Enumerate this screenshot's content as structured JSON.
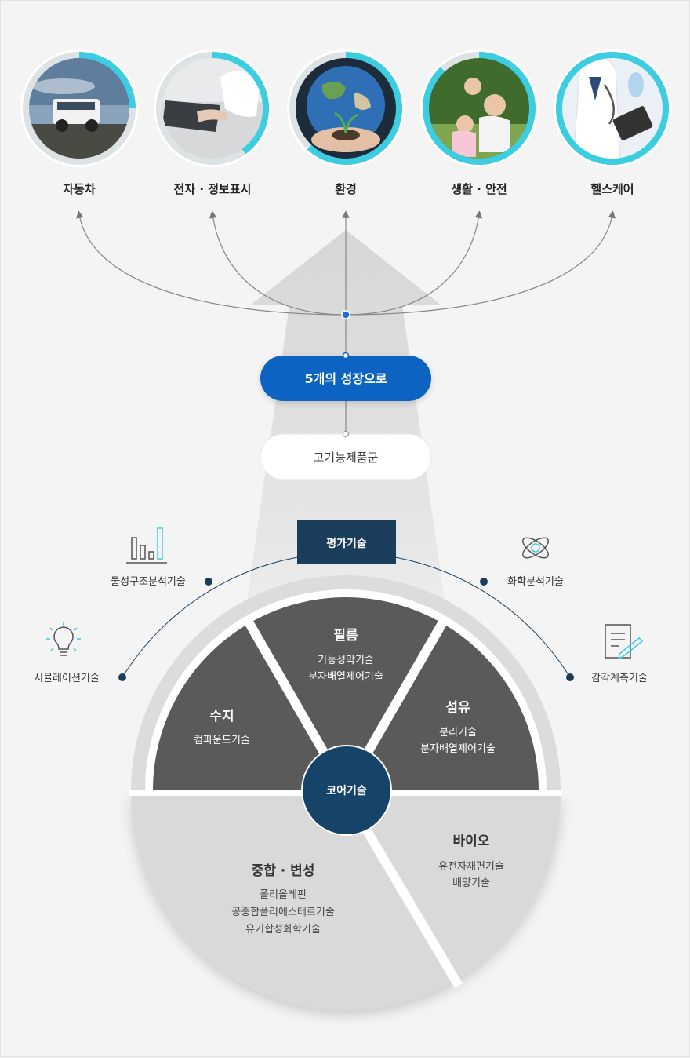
{
  "industries": [
    {
      "label": "자동차",
      "scene": "suv-photo",
      "progress": 0.25
    },
    {
      "label": "전자 · 정보표시",
      "scene": "laptop-photo",
      "progress": 0.4
    },
    {
      "label": "환경",
      "scene": "globe-plant-photo",
      "progress": 0.62
    },
    {
      "label": "생활 · 안전",
      "scene": "family-photo",
      "progress": 0.88
    },
    {
      "label": "헬스케어",
      "scene": "doctor-photo",
      "progress": 1.0
    }
  ],
  "growth_pill": {
    "label": "5개의 성장으로"
  },
  "product_pill": {
    "label": "고기능제품군"
  },
  "evaluation": {
    "title": "평가기술",
    "items": [
      {
        "label": "시뮬레이션기술",
        "icon": "lightbulb-icon"
      },
      {
        "label": "물성구조분석기술",
        "icon": "bar-chart-icon"
      },
      {
        "label": "화학분석기술",
        "icon": "atom-icon"
      },
      {
        "label": "감각계측기술",
        "icon": "document-pen-icon"
      }
    ]
  },
  "core": {
    "label": "코어기술",
    "sectors": [
      {
        "title": "수지",
        "lines": [
          "컴파운드기술"
        ]
      },
      {
        "title": "필름",
        "lines": [
          "기능성막기술",
          "분자배열제어기술"
        ]
      },
      {
        "title": "섬유",
        "lines": [
          "분리기술",
          "분자배열제어기술"
        ]
      },
      {
        "title": "중합 · 변성",
        "lines": [
          "폴리올레핀",
          "공중합폴리에스테르기술",
          "유기합성화학기술"
        ]
      },
      {
        "title": "바이오",
        "lines": [
          "유전자재편기술",
          "배양기술"
        ]
      }
    ]
  },
  "colors": {
    "accent_cyan": "#3ccde0",
    "ring_gray": "#dde3e4",
    "pill_blue": "#0d64c2",
    "navy": "#1a3d5c",
    "core_navy": "#164469",
    "sector_dark": "#5a5a5a",
    "sector_light": "#d9d9d9"
  }
}
